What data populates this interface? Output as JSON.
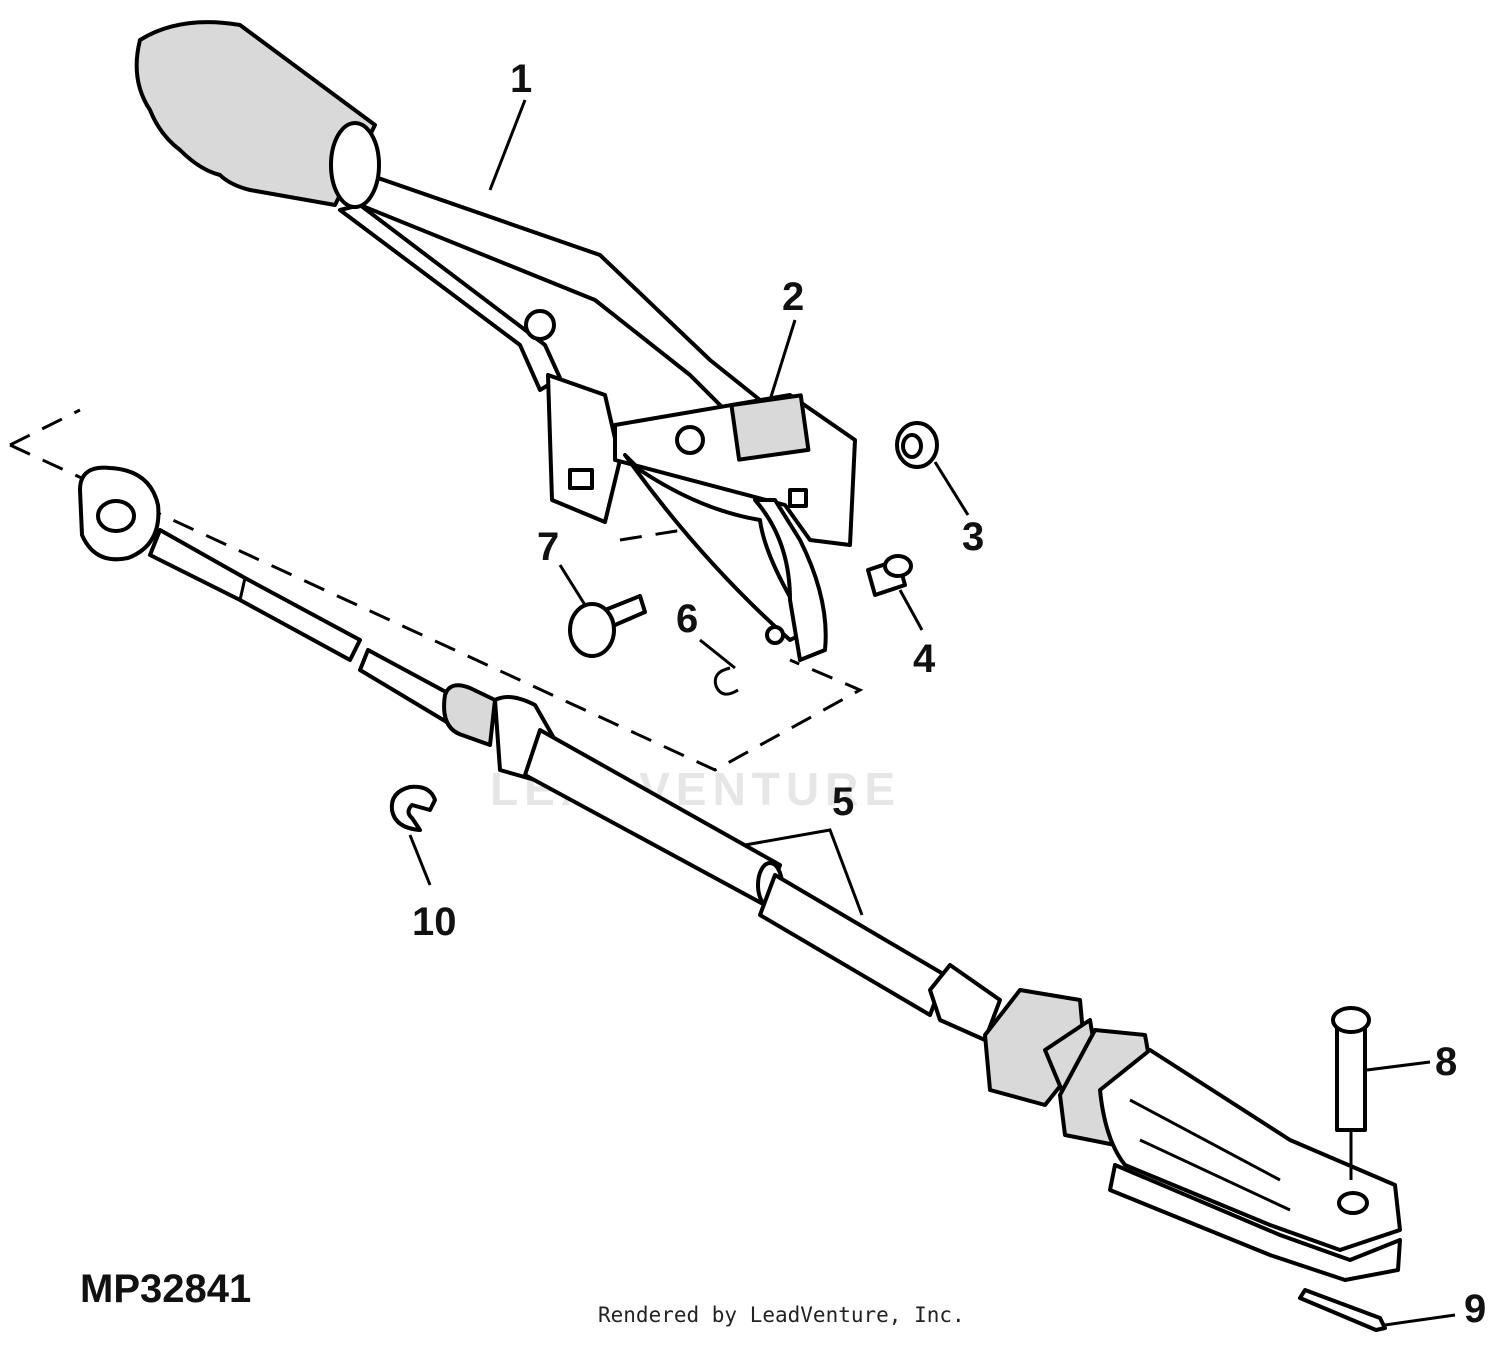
{
  "diagram": {
    "figure_id": "MP32841",
    "credit": "Rendered by LeadVenture, Inc.",
    "watermark": "LEADVENTURE",
    "callouts": [
      "1",
      "2",
      "3",
      "4",
      "5",
      "6",
      "7",
      "8",
      "9",
      "10"
    ],
    "colors": {
      "line": "#000000",
      "fill": "#ffffff",
      "shade": "#d9d9d9",
      "watermark": "#e6e6e6"
    }
  }
}
